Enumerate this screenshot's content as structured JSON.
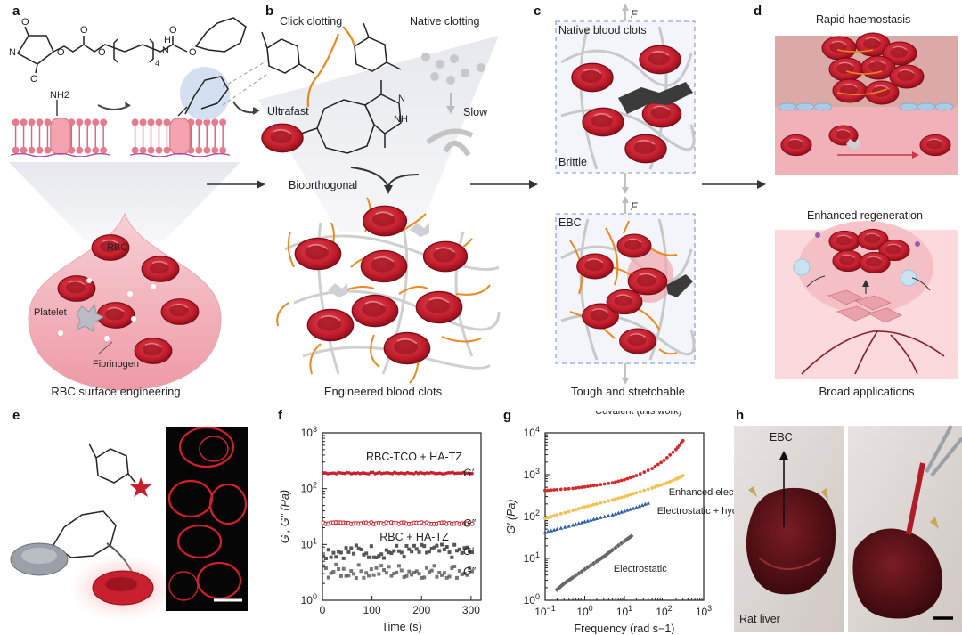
{
  "panels": {
    "a": {
      "letter": "a",
      "caption": "RBC surface engineering",
      "labels": {
        "nh2": "NH2",
        "rbc": "RBC",
        "platelet": "Platelet",
        "fibrinogen": "Fibrinogen",
        "peg_n": "4",
        "amide_h": "H",
        "amide_n": "N"
      }
    },
    "b": {
      "letter": "b",
      "caption": "Engineered blood clots",
      "labels": {
        "click": "Click clotting",
        "native": "Native clotting",
        "ultrafast": "Ultrafast",
        "slow": "Slow",
        "bioorthogonal": "Bioorthogonal",
        "nh": "NH",
        "n": "N"
      }
    },
    "c": {
      "letter": "c",
      "caption": "Tough and stretchable",
      "labels": {
        "native_clots": "Native blood clots",
        "brittle": "Brittle",
        "ebc": "EBC",
        "force1": "F",
        "force2": "F"
      }
    },
    "d": {
      "letter": "d",
      "caption": "Broad applications",
      "labels": {
        "rapid": "Rapid haemostasis",
        "regen": "Enhanced regeneration"
      }
    },
    "e": {
      "letter": "e"
    },
    "f": {
      "letter": "f"
    },
    "g": {
      "letter": "g"
    },
    "h": {
      "letter": "h",
      "labels": {
        "ebc": "EBC",
        "rat_liver": "Rat liver"
      }
    }
  },
  "colors": {
    "rbc": "#c8202f",
    "rbc_dark": "#8e0f1c",
    "fiber": "#e88a1f",
    "net": "#c9c9c9",
    "pink": "#f2b7bf",
    "dashed": "#8fa6d8"
  },
  "chart_data": [
    {
      "type": "scatter",
      "panel": "f",
      "xlabel": "Time (s)",
      "ylabel": "G′, G″ (Pa)",
      "yscale": "log",
      "xlim": [
        0,
        320
      ],
      "ylim": [
        1,
        1000
      ],
      "xticks": [
        0,
        100,
        200,
        300
      ],
      "yticks": [
        1,
        10,
        100,
        1000
      ],
      "ytick_labels": [
        "10^0",
        "10^1",
        "10^2",
        "10^3"
      ],
      "annotations": [
        "RBC-TCO + HA-TZ",
        "RBC + HA-TZ"
      ],
      "series": [
        {
          "name": "G′",
          "group": "RBC-TCO + HA-TZ",
          "color": "#c8202f",
          "filled": true,
          "value_mean": 190
        },
        {
          "name": "G″",
          "group": "RBC-TCO + HA-TZ",
          "color": "#c8202f",
          "filled": false,
          "value_mean": 24
        },
        {
          "name": "G′",
          "group": "RBC + HA-TZ",
          "color": "#555555",
          "filled": true,
          "value_mean": 7.5
        },
        {
          "name": "G″",
          "group": "RBC + HA-TZ",
          "color": "#555555",
          "filled": false,
          "value_mean": 3.3
        }
      ]
    },
    {
      "type": "scatter",
      "panel": "g",
      "xlabel": "Frequency (rad s−1)",
      "ylabel": "G′ (Pa)",
      "xscale": "log",
      "yscale": "log",
      "xlim": [
        0.1,
        1000
      ],
      "ylim": [
        1,
        10000
      ],
      "xticks": [
        0.1,
        1,
        10,
        100,
        1000
      ],
      "xtick_labels": [
        "10^−1",
        "10^0",
        "10^1",
        "10^2",
        "10^3"
      ],
      "yticks": [
        1,
        10,
        100,
        1000,
        10000
      ],
      "ytick_labels": [
        "10^0",
        "10^1",
        "10^2",
        "10^3",
        "10^4"
      ],
      "series": [
        {
          "name": "Covalent (this work)",
          "color": "#d42a2a",
          "x": [
            0.1,
            0.2,
            0.5,
            1,
            2,
            5,
            10,
            20,
            50,
            100,
            200,
            300
          ],
          "y": [
            420,
            440,
            470,
            510,
            560,
            640,
            760,
            950,
            1400,
            2200,
            4000,
            6500
          ]
        },
        {
          "name": "Enhanced electrostatic",
          "color": "#f2c14e",
          "x": [
            0.1,
            0.2,
            0.5,
            1,
            2,
            5,
            10,
            20,
            50,
            100,
            200,
            300
          ],
          "y": [
            90,
            110,
            140,
            170,
            200,
            250,
            300,
            370,
            480,
            600,
            780,
            950
          ]
        },
        {
          "name": "Electrostatic + hydrophobic",
          "color": "#2f5fa8",
          "x": [
            0.1,
            0.2,
            0.5,
            1,
            2,
            5,
            10,
            20,
            40
          ],
          "y": [
            42,
            50,
            62,
            75,
            90,
            110,
            135,
            165,
            210
          ]
        },
        {
          "name": "Electrostatic",
          "color": "#666666",
          "x": [
            0.2,
            0.3,
            0.5,
            1,
            2,
            3,
            5,
            10,
            15
          ],
          "y": [
            1.8,
            2.5,
            3.5,
            5.5,
            8.5,
            11,
            16,
            26,
            34
          ]
        }
      ]
    }
  ]
}
